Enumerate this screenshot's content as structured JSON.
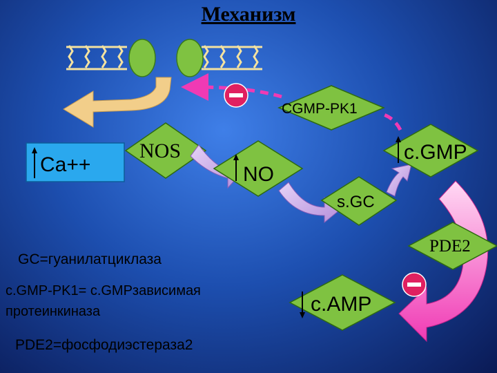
{
  "title": "Механизм",
  "nodes": {
    "ca": "Ca++",
    "nos": "NOS",
    "no": "NO",
    "cgmp": "c.GMP",
    "sgc": "s.GC",
    "cgmp_pk1": "CGMP-PK1",
    "pde2": "PDE2",
    "camp": "c.AMP"
  },
  "inhibition_sign": "−",
  "legend": {
    "gc": "GC=гуанилатциклаза",
    "pk1_line1": "c.GMP-PK1= c.GMPзависимая",
    "pk1_line2": "протеинкиназа",
    "pde2": "PDE2=фосфодиэстераза2"
  },
  "colors": {
    "node_green": "#7fc241",
    "node_green_dark": "#2e6a10",
    "ca_box": "#2aa8ee",
    "receptor": "#f2ce8a",
    "membrane_coil": "#f4e2a0",
    "flow_arrow": "#c8a7e8",
    "pink_arrow": "#f03ab4",
    "inhibit_badge": "#e02060"
  }
}
